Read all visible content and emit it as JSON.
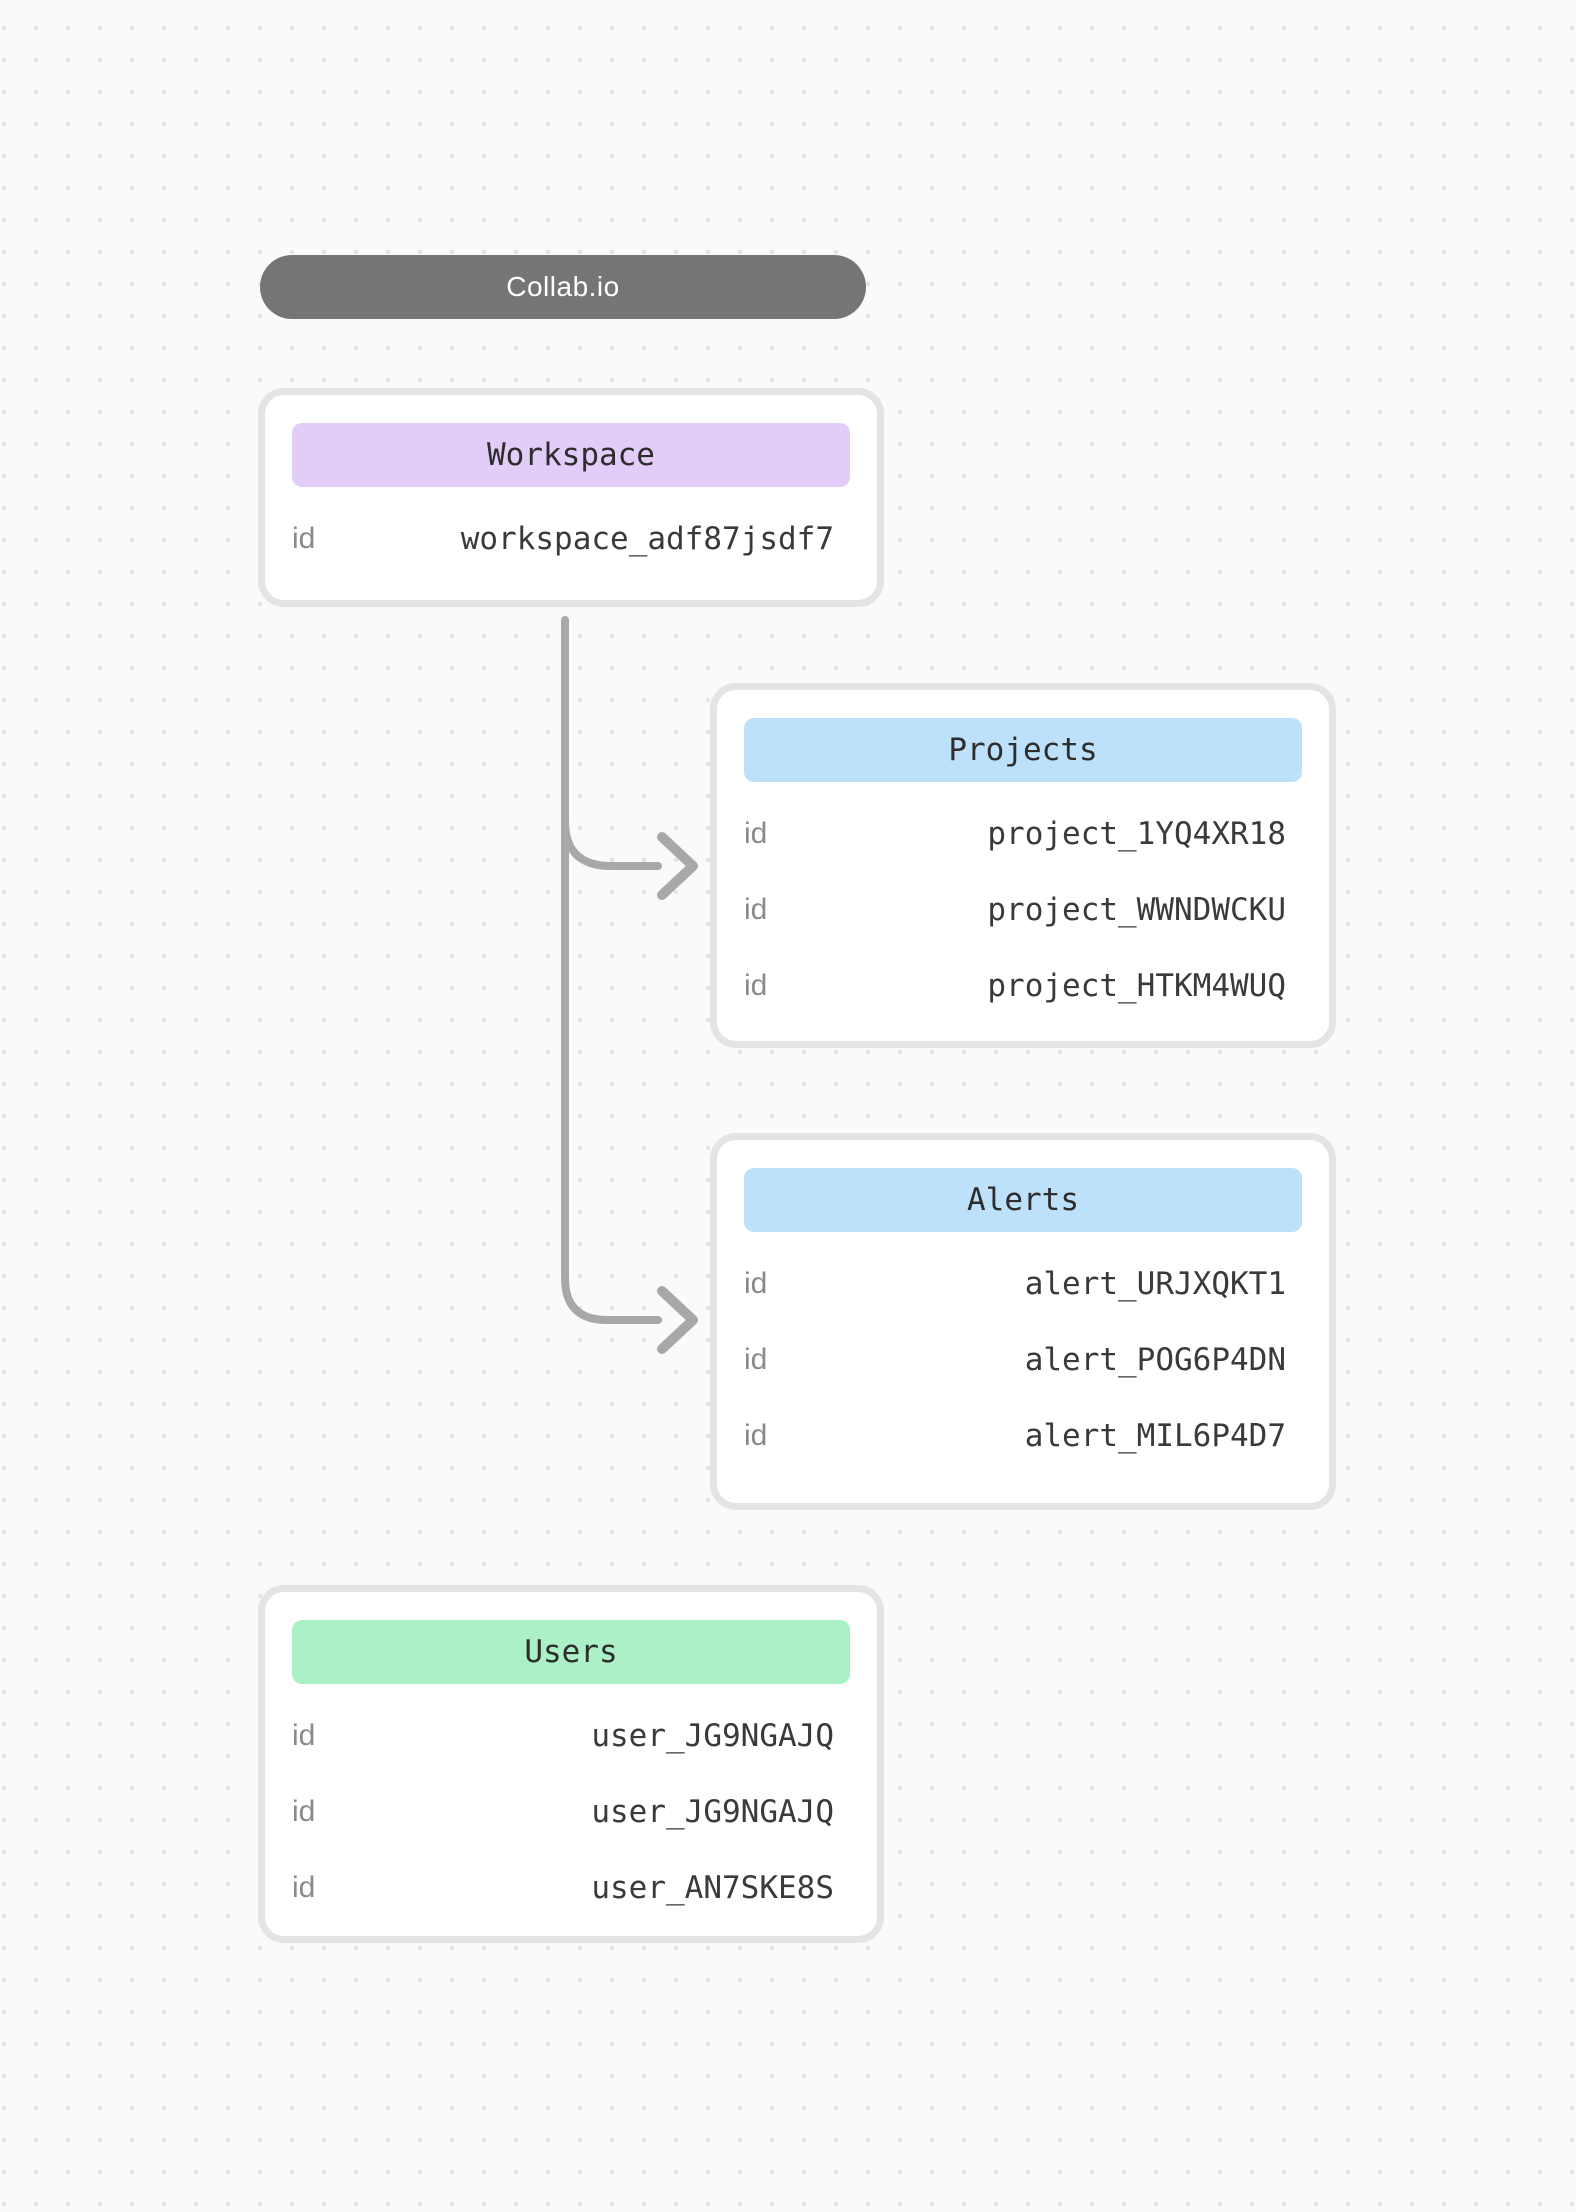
{
  "title": "Collab.io",
  "colors": {
    "canvas-bg": "#fafafa",
    "dot": "#e2e2e2",
    "pill-bg": "#757575",
    "pill-text": "#ffffff",
    "card-bg": "#ffffff",
    "card-border": "#e4e4e4",
    "header-purple": "#e2cdf8",
    "header-blue": "#bde1fb",
    "header-green": "#abf0c6",
    "header-text": "#2d2d2d",
    "key-text": "#8a8a8a",
    "value-text": "#3a3a3a",
    "connector": "#a8a8a8"
  },
  "cards": {
    "workspace": {
      "title": "Workspace",
      "rows": [
        {
          "label": "id",
          "value": "workspace_adf87jsdf7"
        }
      ]
    },
    "projects": {
      "title": "Projects",
      "rows": [
        {
          "label": "id",
          "value": "project_1YQ4XR18"
        },
        {
          "label": "id",
          "value": "project_WWNDWCKU"
        },
        {
          "label": "id",
          "value": "project_HTKM4WUQ"
        }
      ]
    },
    "alerts": {
      "title": "Alerts",
      "rows": [
        {
          "label": "id",
          "value": "alert_URJXQKT1"
        },
        {
          "label": "id",
          "value": "alert_POG6P4DN"
        },
        {
          "label": "id",
          "value": "alert_MIL6P4D7"
        }
      ]
    },
    "users": {
      "title": "Users",
      "rows": [
        {
          "label": "id",
          "value": "user_JG9NGAJQ"
        },
        {
          "label": "id",
          "value": "user_JG9NGAJQ"
        },
        {
          "label": "id",
          "value": "user_AN7SKE8S"
        }
      ]
    }
  }
}
